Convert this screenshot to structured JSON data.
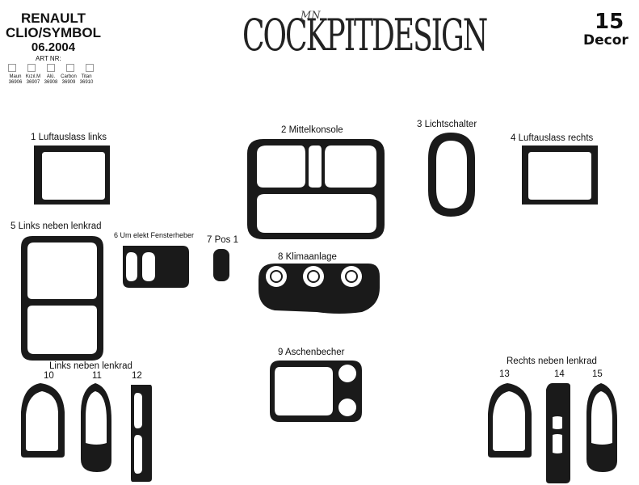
{
  "header": {
    "make": "RENAULT",
    "model": "CLIO/SYMBOL",
    "date": "06.2004",
    "art_nr_label": "ART NR:",
    "materials": [
      {
        "name": "Maun",
        "code": "36906"
      },
      {
        "name": "Kızıl.M",
        "code": "36907"
      },
      {
        "name": "Alü.",
        "code": "36908"
      },
      {
        "name": "Carbon",
        "code": "36909"
      },
      {
        "name": "Titan",
        "code": "36910"
      }
    ],
    "logo": "COCKPITDESIGN",
    "logo_monogram": "MN",
    "kit_number": "15",
    "kit_type": "Decor"
  },
  "parts": {
    "p1": "1  Luftauslass links",
    "p2": "2  Mittelkonsole",
    "p3": "3  Lichtschalter",
    "p4": "4  Luftauslass rechts",
    "p5": "5 Links neben lenkrad",
    "p6": "6  Um elekt Fensterheber",
    "p7": "7 Pos 1",
    "p8": "8  Klimaanlage",
    "p9": "9  Aschenbecher",
    "group_left": "Links neben lenkrad",
    "group_right": "Rechts neben lenkrad",
    "n10": "10",
    "n11": "11",
    "n12": "12",
    "n13": "13",
    "n14": "14",
    "n15": "15"
  },
  "colors": {
    "part_fill": "#1a1a1a",
    "background": "#ffffff"
  }
}
